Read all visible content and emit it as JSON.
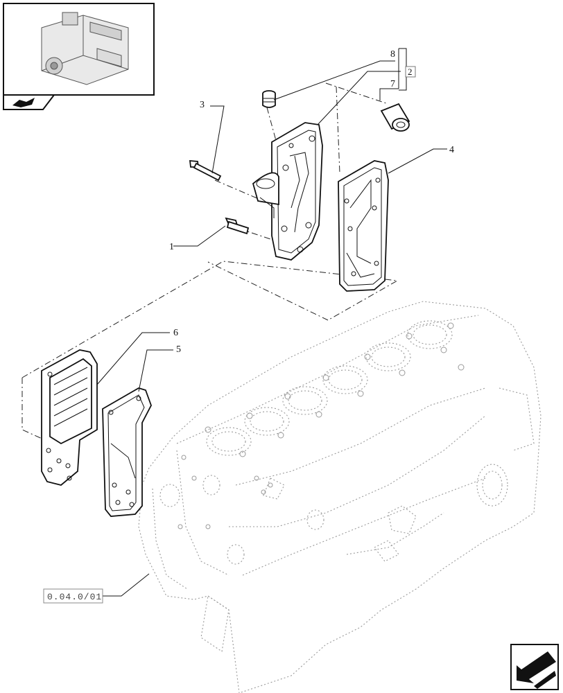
{
  "callouts": {
    "c1": "1",
    "c2": "2",
    "c3": "3",
    "c4": "4",
    "c5": "5",
    "c6": "6",
    "c7": "7",
    "c8": "8"
  },
  "reference_label": "0.04.0/01",
  "icons": {
    "thumbnail": "engine-thumbnail-icon",
    "book": "book-icon",
    "next": "next-page-arrow-icon"
  }
}
